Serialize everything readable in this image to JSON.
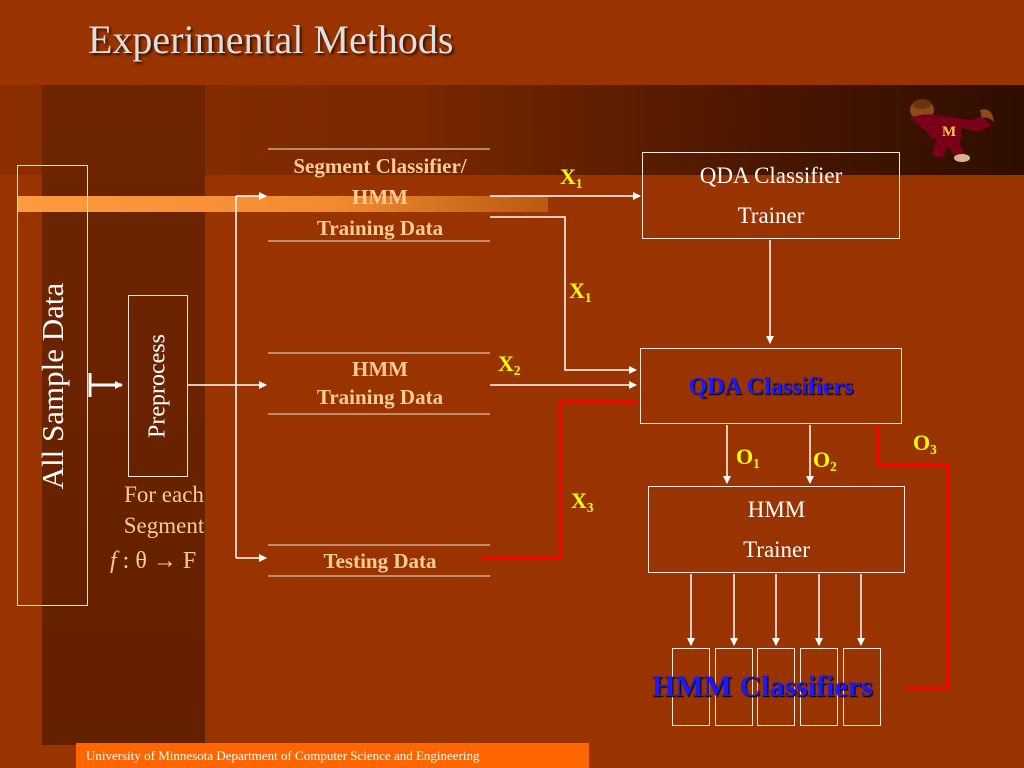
{
  "title": "Experimental Methods",
  "nodes": {
    "all_sample_data": "All Sample Data",
    "preprocess": "Preprocess",
    "for_each_segment": [
      "For each",
      "Segment"
    ],
    "mapping": {
      "f": "f",
      "colon": " : ",
      "theta": "θ",
      "arrow": " → ",
      "F": "F"
    },
    "seg_classifier_training": [
      "Segment Classifier/",
      "HMM",
      "Training Data"
    ],
    "hmm_training": [
      "HMM",
      "Training Data"
    ],
    "testing_data": "Testing Data",
    "qda_trainer": [
      "QDA Classifier",
      "Trainer"
    ],
    "qda_classifiers": "QDA Classifiers",
    "hmm_trainer": [
      "HMM",
      "Trainer"
    ],
    "hmm_classifiers": "HMM Classifiers"
  },
  "labels": {
    "x1_top": {
      "base": "X",
      "sub": "1"
    },
    "x1_mid": {
      "base": "X",
      "sub": "1"
    },
    "x2": {
      "base": "X",
      "sub": "2"
    },
    "x3": {
      "base": "X",
      "sub": "3"
    },
    "o1": {
      "base": "O",
      "sub": "1"
    },
    "o2": {
      "base": "O",
      "sub": "2"
    },
    "o3": {
      "base": "O",
      "sub": "3"
    }
  },
  "mascot_letter": "M",
  "footer": "University of Minnesota Department of Computer Science and Engineering",
  "colors": {
    "background": "#993300",
    "accent_orange": "#ff6600",
    "arrow_white": "#ffffff",
    "arrow_red": "#ff0000",
    "label_yellow": "#ffff00",
    "classifier_blue": "#1a1aff",
    "data_text": "#ffcc99"
  }
}
